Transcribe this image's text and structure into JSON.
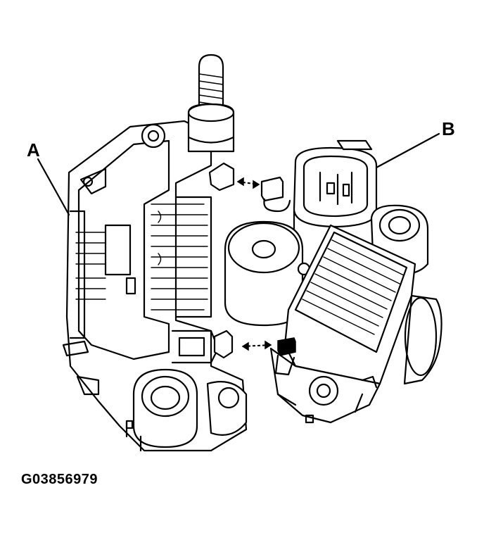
{
  "labels": {
    "a": "A",
    "b": "B"
  },
  "figure_id": "G03856979",
  "colors": {
    "line": "#000000",
    "background": "#ffffff"
  }
}
